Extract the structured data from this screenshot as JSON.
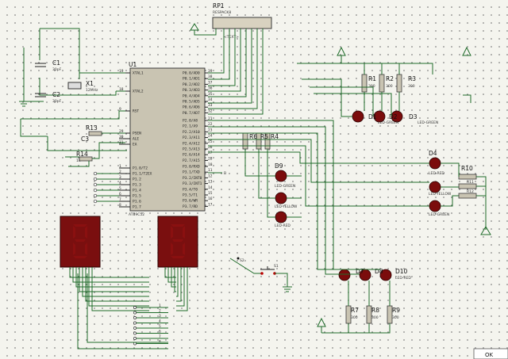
{
  "rp1": {
    "ref": "RP1",
    "value": "RESPACK8",
    "text": "<TEXT>"
  },
  "u1": {
    "ref": "U1",
    "part": "AT89C52",
    "left_pins": [
      {
        "num": "19",
        "name": "XTAL1"
      },
      {
        "num": "18",
        "name": "XTAL2"
      },
      {
        "num": "9",
        "name": "RST"
      },
      {
        "num": "29",
        "name": "PSEN"
      },
      {
        "num": "30",
        "name": "ALE"
      },
      {
        "num": "31",
        "name": "EA"
      },
      {
        "num": "1",
        "name": "P1.0/T2"
      },
      {
        "num": "2",
        "name": "P1.1/T2EX"
      },
      {
        "num": "3",
        "name": "P1.2"
      },
      {
        "num": "4",
        "name": "P1.3"
      },
      {
        "num": "5",
        "name": "P1.4"
      },
      {
        "num": "6",
        "name": "P1.5"
      },
      {
        "num": "7",
        "name": "P1.6"
      },
      {
        "num": "8",
        "name": "P1.7"
      }
    ],
    "right_pins_top": [
      {
        "num": "39",
        "name": "P0.0/AD0"
      },
      {
        "num": "38",
        "name": "P0.1/AD1"
      },
      {
        "num": "37",
        "name": "P0.2/AD2"
      },
      {
        "num": "36",
        "name": "P0.3/AD3"
      },
      {
        "num": "35",
        "name": "P0.4/AD4"
      },
      {
        "num": "34",
        "name": "P0.5/AD5"
      },
      {
        "num": "33",
        "name": "P0.6/AD6"
      },
      {
        "num": "32",
        "name": "P0.7/AD7"
      }
    ],
    "right_pins_mid": [
      {
        "num": "21",
        "name": "P2.0/A8"
      },
      {
        "num": "22",
        "name": "P2.1/A9"
      },
      {
        "num": "23",
        "name": "P2.2/A10"
      },
      {
        "num": "24",
        "name": "P2.3/A11"
      },
      {
        "num": "25",
        "name": "P2.4/A12"
      },
      {
        "num": "26",
        "name": "P2.5/A13"
      },
      {
        "num": "27",
        "name": "P2.6/A14"
      },
      {
        "num": "28",
        "name": "P2.7/A15"
      }
    ],
    "right_pins_bot": [
      {
        "num": "10",
        "name": "P3.0/RXD"
      },
      {
        "num": "11",
        "name": "P3.1/TXD"
      },
      {
        "num": "12",
        "name": "P3.2/INT0"
      },
      {
        "num": "13",
        "name": "P3.3/INT1"
      },
      {
        "num": "14",
        "name": "P3.4/T0"
      },
      {
        "num": "15",
        "name": "P3.5/T1"
      },
      {
        "num": "16",
        "name": "P3.6/WR"
      },
      {
        "num": "17",
        "name": "P3.7/RD"
      }
    ]
  },
  "components": {
    "c1": {
      "ref": "C1",
      "value": "30pF"
    },
    "c2": {
      "ref": "C2",
      "value": "30pF"
    },
    "c3": {
      "ref": "C3",
      "value": "10uF"
    },
    "x1": {
      "ref": "X1",
      "value": "12MHz"
    },
    "r13": {
      "ref": "R13",
      "value": "10k"
    },
    "r14": {
      "ref": "R14",
      "value": "1k"
    },
    "r1": {
      "ref": "R1",
      "value": "300"
    },
    "r2": {
      "ref": "R2",
      "value": "300"
    },
    "r3": {
      "ref": "R3",
      "value": "300"
    },
    "r4": {
      "ref": "R4",
      "value": "300"
    },
    "r5": {
      "ref": "R5",
      "value": "300"
    },
    "r6": {
      "ref": "R6",
      "value": "300"
    },
    "r7": {
      "ref": "R7",
      "value": "300"
    },
    "r8": {
      "ref": "R8",
      "value": "300"
    },
    "r9": {
      "ref": "R9",
      "value": "300"
    },
    "r10": {
      "ref": "R10",
      "value": "300"
    },
    "r11": {
      "ref": "R11",
      "value": "300"
    },
    "r12": {
      "ref": "R12",
      "value": "300"
    }
  },
  "leds": {
    "d1": {
      "ref": "D1",
      "value": ""
    },
    "d2": {
      "ref": "D2",
      "value": ""
    },
    "d3": {
      "ref": "D3",
      "value": "LED-GREEN"
    },
    "d4": {
      "ref": "D4",
      "value": "LED-RED"
    },
    "d5": {
      "ref": "",
      "value": "LED-YELLOW"
    },
    "d6": {
      "ref": "",
      "value": "LED-GREEN"
    },
    "d7": {
      "ref": "D7",
      "value": ""
    },
    "d8": {
      "ref": "D8",
      "value": ""
    },
    "d9": {
      "ref": "D9",
      "value": "LED-GREEN"
    },
    "d10": {
      "ref": "D10",
      "value": "LED-RED"
    },
    "d11": {
      "ref": "",
      "value": "LED-YELLOW"
    },
    "d12": {
      "ref": "",
      "value": "LED-RED"
    },
    "topgreen": {
      "value": "LED-GREEN"
    }
  },
  "misc": {
    "text_tag": "<TEXT>",
    "button_num_left": "S2",
    "button_num_right": "S1",
    "ok_label": "OK"
  },
  "colors": {
    "wire": "#1f6b2a",
    "bus": "#1e3d8a",
    "led": "#7b0c0c",
    "chip": "#c9c4b2"
  }
}
